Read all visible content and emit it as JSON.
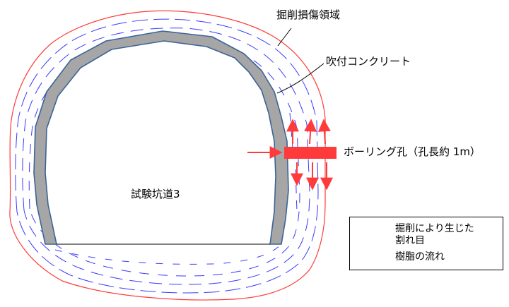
{
  "labels": {
    "excavation_damaged_zone": "掘削損傷領域",
    "shotcrete": "吹付コンクリート",
    "borehole": "ボーリング孔（孔長約 1m）",
    "test_tunnel": "試験坑道3"
  },
  "legend": {
    "crack_line1": "掘削により生じた",
    "crack_line2": "割れ目",
    "resin_flow": "樹脂の流れ"
  },
  "colors": {
    "crack": "#3a3aff",
    "resin": "#ff3a3a",
    "boundary": "#ff3a3a",
    "shotcrete_fill": "#a6a6a6",
    "shotcrete_edge": "#3c6496",
    "borehole": "#ff3a3a"
  }
}
